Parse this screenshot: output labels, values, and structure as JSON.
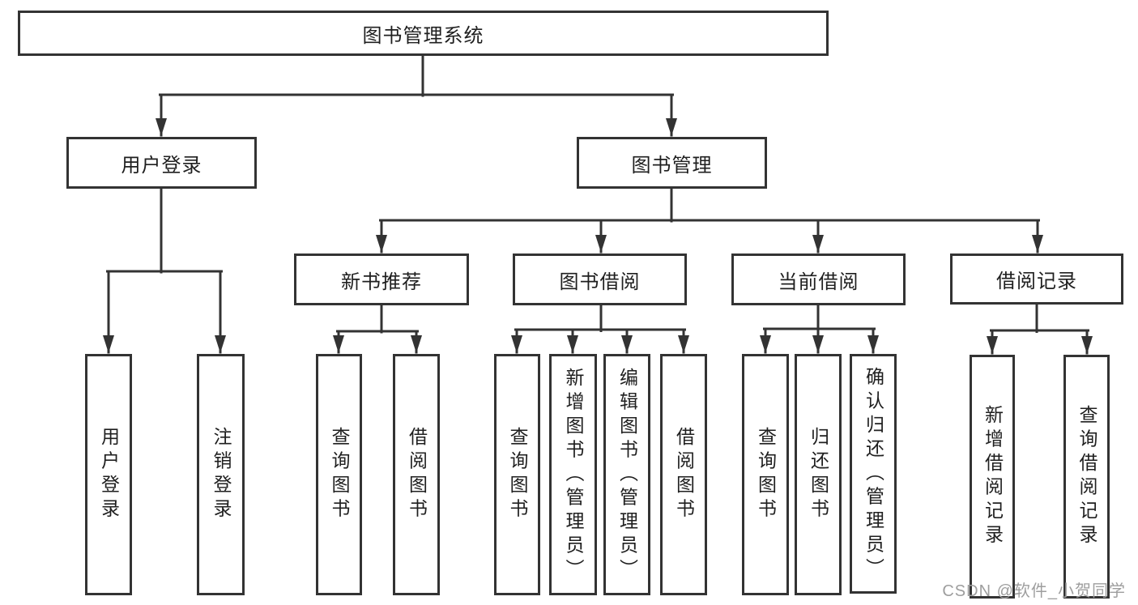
{
  "tree": {
    "label": "图书管理系统",
    "children": [
      {
        "label": "用户登录",
        "children": [
          {
            "label": "用户登录"
          },
          {
            "label": "注销登录"
          }
        ]
      },
      {
        "label": "图书管理",
        "children": [
          {
            "label": "新书推荐",
            "children": [
              {
                "label": "查询图书"
              },
              {
                "label": "借阅图书"
              }
            ]
          },
          {
            "label": "图书借阅",
            "children": [
              {
                "label": "查询图书"
              },
              {
                "label": "新增图书（管理员）"
              },
              {
                "label": "编辑图书（管理员）"
              },
              {
                "label": "借阅图书"
              }
            ]
          },
          {
            "label": "当前借阅",
            "children": [
              {
                "label": "查询图书"
              },
              {
                "label": "归还图书"
              },
              {
                "label": "确认归还（管理员）"
              }
            ]
          },
          {
            "label": "借阅记录",
            "children": [
              {
                "label": "新增借阅记录"
              },
              {
                "label": "查询借阅记录"
              }
            ]
          }
        ]
      }
    ]
  },
  "watermark": {
    "text": "CSDN @软件_小贺同学"
  },
  "colors": {
    "line": "#333333",
    "border": "#333333",
    "text": "#1f1f1f",
    "background": "#ffffff",
    "watermark": "#9e9e9e"
  }
}
